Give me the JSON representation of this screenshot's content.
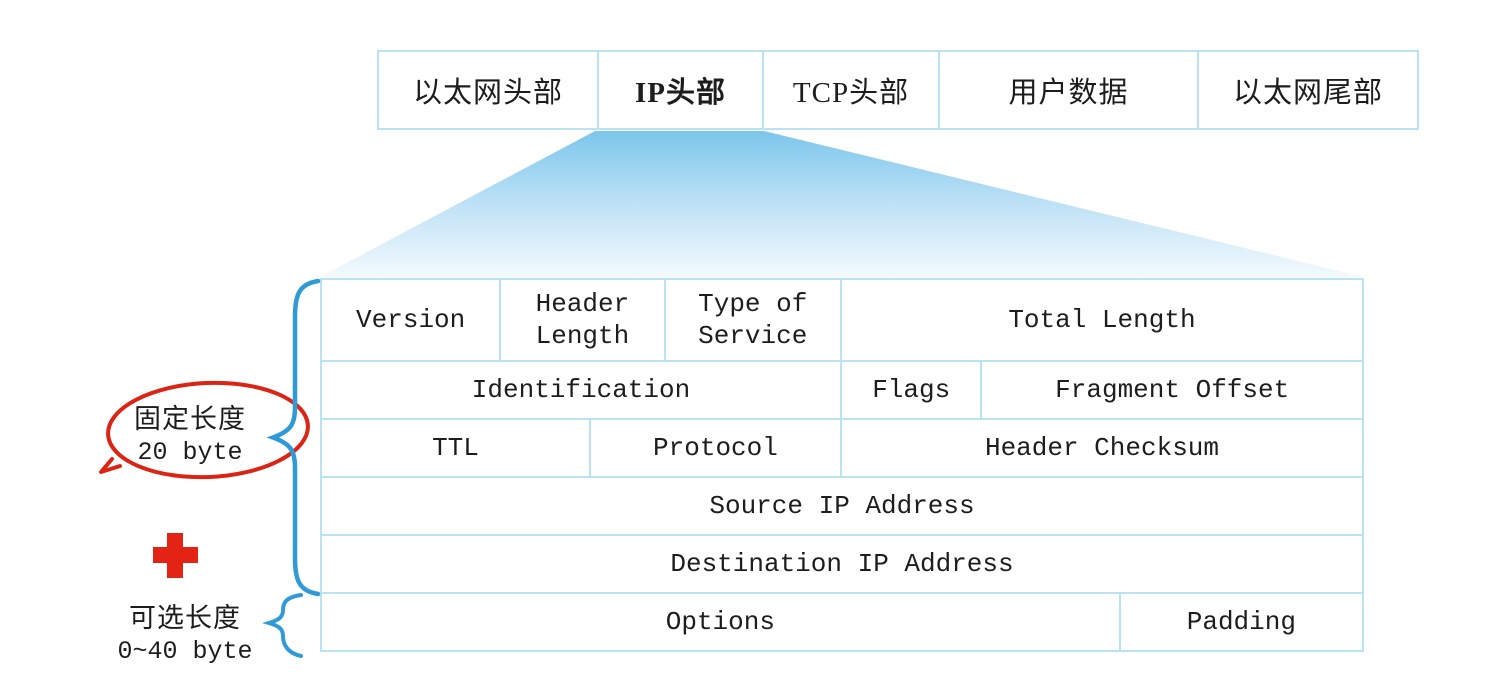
{
  "colors": {
    "table_border": "#b9e2f4",
    "brace_blue": "#2e9bd6",
    "annotation_red": "#e02315",
    "funnel_top": "#7cc6ec",
    "funnel_bottom": "#f3fafd",
    "text": "#1d1d1d"
  },
  "packet_strip": {
    "cells": [
      {
        "label": "以太网头部",
        "emphasis": false
      },
      {
        "label": "IP头部",
        "emphasis": true
      },
      {
        "label": "TCP头部",
        "emphasis": false
      },
      {
        "label": "用户数据",
        "emphasis": false
      },
      {
        "label": "以太网尾部",
        "emphasis": false
      }
    ]
  },
  "ip_header_table": {
    "rows": [
      {
        "cells": [
          {
            "label": "Version"
          },
          {
            "label": "Header\nLength"
          },
          {
            "label": "Type of\nService"
          },
          {
            "label": "Total Length"
          }
        ]
      },
      {
        "cells": [
          {
            "label": "Identification"
          },
          {
            "label": "Flags"
          },
          {
            "label": "Fragment Offset"
          }
        ]
      },
      {
        "cells": [
          {
            "label": "TTL"
          },
          {
            "label": "Protocol"
          },
          {
            "label": "Header Checksum"
          }
        ]
      },
      {
        "cells": [
          {
            "label": "Source IP Address"
          }
        ]
      },
      {
        "cells": [
          {
            "label": "Destination IP Address"
          }
        ]
      },
      {
        "cells": [
          {
            "label": "Options"
          },
          {
            "label": "Padding"
          }
        ]
      }
    ]
  },
  "annotations": {
    "fixed_length": {
      "line1": "固定长度",
      "line2": "20 byte"
    },
    "optional_length": {
      "line1": "可选长度",
      "line2": "0~40 byte"
    },
    "icons": {
      "plus": "red-plus-icon",
      "fixed_circle": "red-ellipse-highlight",
      "fixed_brace": "curly-brace-large",
      "optional_brace": "curly-brace-small"
    }
  }
}
